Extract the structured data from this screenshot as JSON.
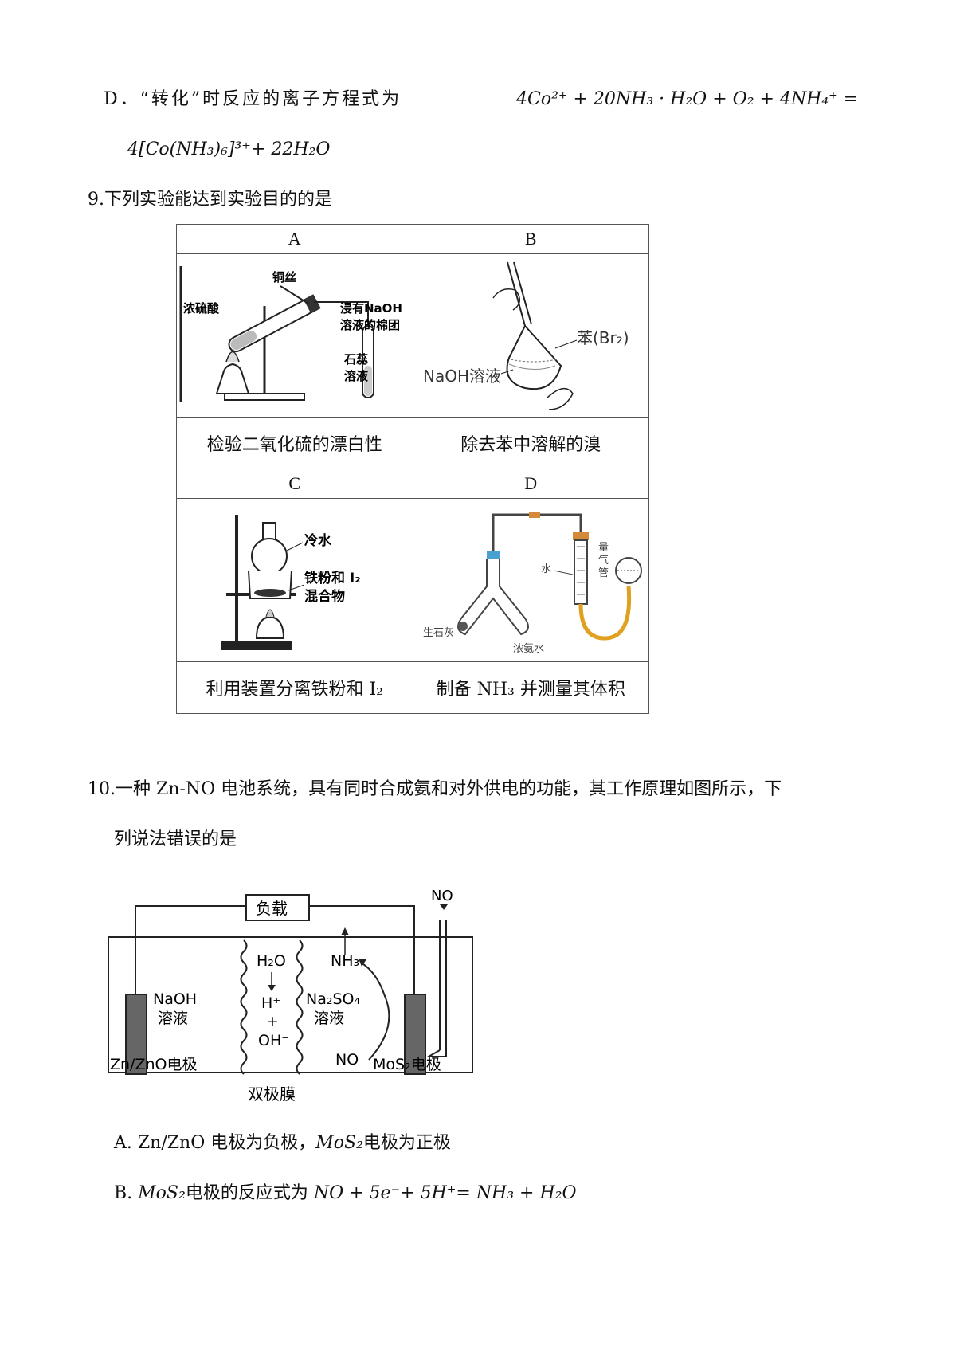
{
  "optionD": {
    "label": "D．“转化”时反应的离子方程式为",
    "eq1": "4Co²⁺ + 20NH₃ · H₂O + O₂ + 4NH₄⁺ =",
    "eq2": "4[Co(NH₃)₆]³⁺+ 22H₂O"
  },
  "q9": {
    "stem": "9.下列实验能达到实验目的的是",
    "cells": [
      {
        "letter": "A",
        "caption": "检验二氧化硫的漂白性",
        "labels": [
          "铜丝",
          "浓硫酸",
          "浸有NaOH",
          "溶液的棉团",
          "石蕊",
          "溶液"
        ]
      },
      {
        "letter": "B",
        "caption": "除去苯中溶解的溴",
        "labels": [
          "苯(Br₂)",
          "NaOH溶液"
        ]
      },
      {
        "letter": "C",
        "caption": "利用装置分离铁粉和 I₂",
        "labels": [
          "冷水",
          "铁粉和 I₂",
          "混合物"
        ]
      },
      {
        "letter": "D",
        "caption": "制备 NH₃ 并测量其体积",
        "labels": [
          "水",
          "量",
          "气",
          "管",
          "生石灰",
          "浓氨水"
        ]
      }
    ]
  },
  "q10": {
    "stem_line1": "10.一种 Zn-NO 电池系统，具有同时合成氨和对外供电的功能，其工作原理如图所示，下",
    "stem_line2": "列说法错误的是",
    "diagram": {
      "load": "负载",
      "no_top": "NO",
      "nh3": "NH₃",
      "left_solution_1": "NaOH",
      "left_solution_2": "溶液",
      "h2o": "H₂O",
      "hplus": "H⁺",
      "plus": "+",
      "ohminus": "OH⁻",
      "right_solution_1": "Na₂SO₄",
      "right_solution_2": "溶液",
      "left_electrode": "Zn/ZnO电极",
      "no_bottom": "NO",
      "right_electrode": "MoS₂电极",
      "membrane": "双极膜"
    },
    "options": {
      "A_prefix": "A.  Zn/ZnO 电极为负极，",
      "A_mos2": "MoS₂",
      "A_suffix": "电极为正极",
      "B_prefix": "B.  ",
      "B_mos2": "MoS₂",
      "B_mid": "电极的反应式为 ",
      "B_eq": "NO + 5e⁻+ 5H⁺= NH₃ + H₂O"
    }
  }
}
